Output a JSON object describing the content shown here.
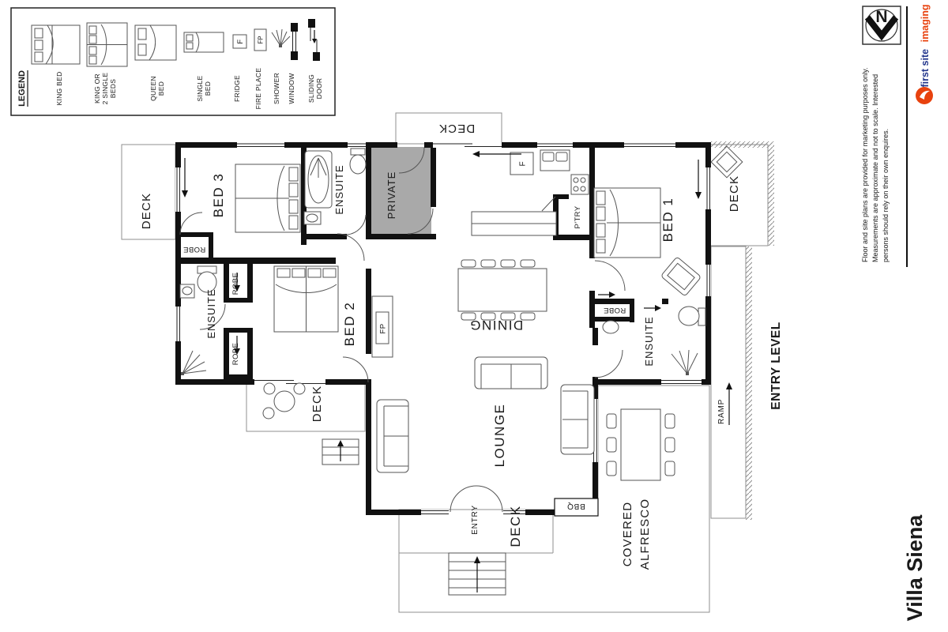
{
  "page": {
    "title": "Villa Siena",
    "level": "ENTRY LEVEL"
  },
  "brand": {
    "name_primary": "first site",
    "name_secondary": "imaging",
    "compass_letter": "N"
  },
  "disclaimer": {
    "line1": "Floor and site plans are provided for marketing purposes only.",
    "line2": "Measurements are approximate and not to scale. Interested",
    "line3": "persons should rely on their own enquires."
  },
  "legend": {
    "heading": "LEGEND",
    "items": [
      {
        "name": "king-bed",
        "lines": [
          "KING BED"
        ]
      },
      {
        "name": "king-or-2-single-beds",
        "lines": [
          "KING OR",
          "2 SINGLE",
          "BEDS"
        ]
      },
      {
        "name": "queen-bed",
        "lines": [
          "QUEEN",
          "BED"
        ]
      },
      {
        "name": "single-bed",
        "lines": [
          "SINGLE",
          "BED"
        ]
      },
      {
        "name": "fridge",
        "lines": [
          "FRIDGE"
        ],
        "letter": "F"
      },
      {
        "name": "fire-place",
        "lines": [
          "FIRE PLACE"
        ],
        "letter": "FP"
      },
      {
        "name": "shower",
        "lines": [
          "SHOWER"
        ]
      },
      {
        "name": "window",
        "lines": [
          "WINDOW"
        ]
      },
      {
        "name": "sliding-door",
        "lines": [
          "SLIDING",
          "DOOR"
        ]
      }
    ]
  },
  "rooms": {
    "bed1": "BED 1",
    "bed2": "BED 2",
    "bed3": "BED 3",
    "ensuite": "ENSUITE",
    "private": "PRIVATE",
    "dining": "DINING",
    "lounge": "LOUNGE",
    "entry": "ENTRY",
    "deck": "DECK",
    "covered_alfresco_line1": "COVERED",
    "covered_alfresco_line2": "ALFRESCO",
    "bbq": "BBQ",
    "ramp": "RAMP",
    "robe": "ROBE",
    "pantry": "P'TRY",
    "fireplace_abbr": "FP",
    "fridge_abbr": "F"
  },
  "colors": {
    "wall": "#111111",
    "deck_fill": "#d6d6d6",
    "deck_top_fill": "#d9d9d9",
    "private_fill": "#a9a9a9",
    "ramp_fill": "#b3b3b3",
    "alfresco_fill": "#d9d9d9",
    "brand_blue": "#23368c",
    "brand_orange": "#e8420e"
  }
}
